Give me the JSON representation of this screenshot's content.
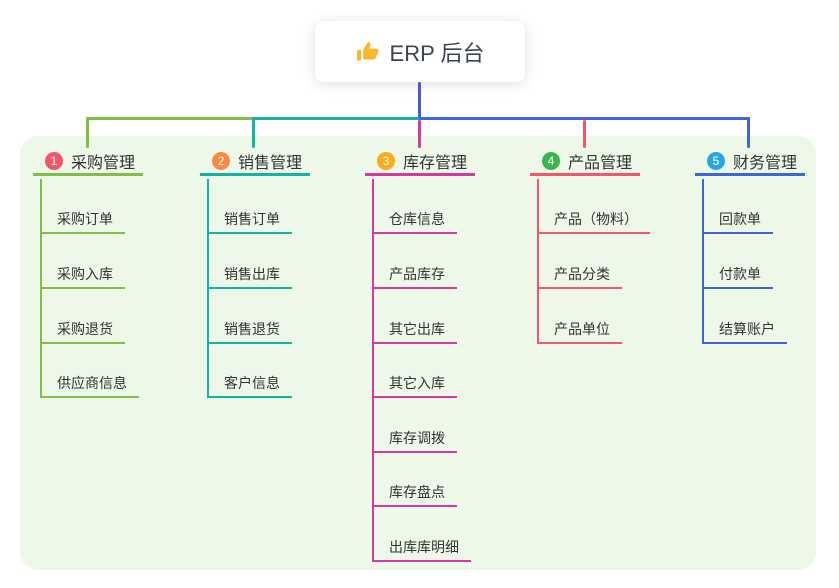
{
  "canvas": {
    "bg": "#ffffff",
    "panel_bg": "#edf8e9",
    "text_color": "#333333"
  },
  "root": {
    "label": "ERP 后台",
    "icon": "thumbs-up-icon",
    "icon_color": "#f5b82e",
    "line_color": "#4a5ad2"
  },
  "branches": [
    {
      "num": "1",
      "label": "采购管理",
      "badge_color": "#f2566b",
      "line_color": "#82bd44",
      "children": [
        "采购订单",
        "采购入库",
        "采购退货",
        "供应商信息"
      ]
    },
    {
      "num": "2",
      "label": "销售管理",
      "badge_color": "#fb8b44",
      "line_color": "#16b3a2",
      "children": [
        "销售订单",
        "销售出库",
        "销售退货",
        "客户信息"
      ]
    },
    {
      "num": "3",
      "label": "库存管理",
      "badge_color": "#fbab1c",
      "line_color": "#d23a9f",
      "children": [
        "仓库信息",
        "产品库存",
        "其它出库",
        "其它入库",
        "库存调拨",
        "库存盘点",
        "出库库明细"
      ]
    },
    {
      "num": "4",
      "label": "产品管理",
      "badge_color": "#3cb44f",
      "line_color": "#f4566b",
      "children": [
        "产品（物料）",
        "产品分类",
        "产品单位"
      ]
    },
    {
      "num": "5",
      "label": "财务管理",
      "badge_color": "#2ba6dd",
      "line_color": "#3e66d6",
      "children": [
        "回款单",
        "付款单",
        "结算账户"
      ]
    }
  ]
}
